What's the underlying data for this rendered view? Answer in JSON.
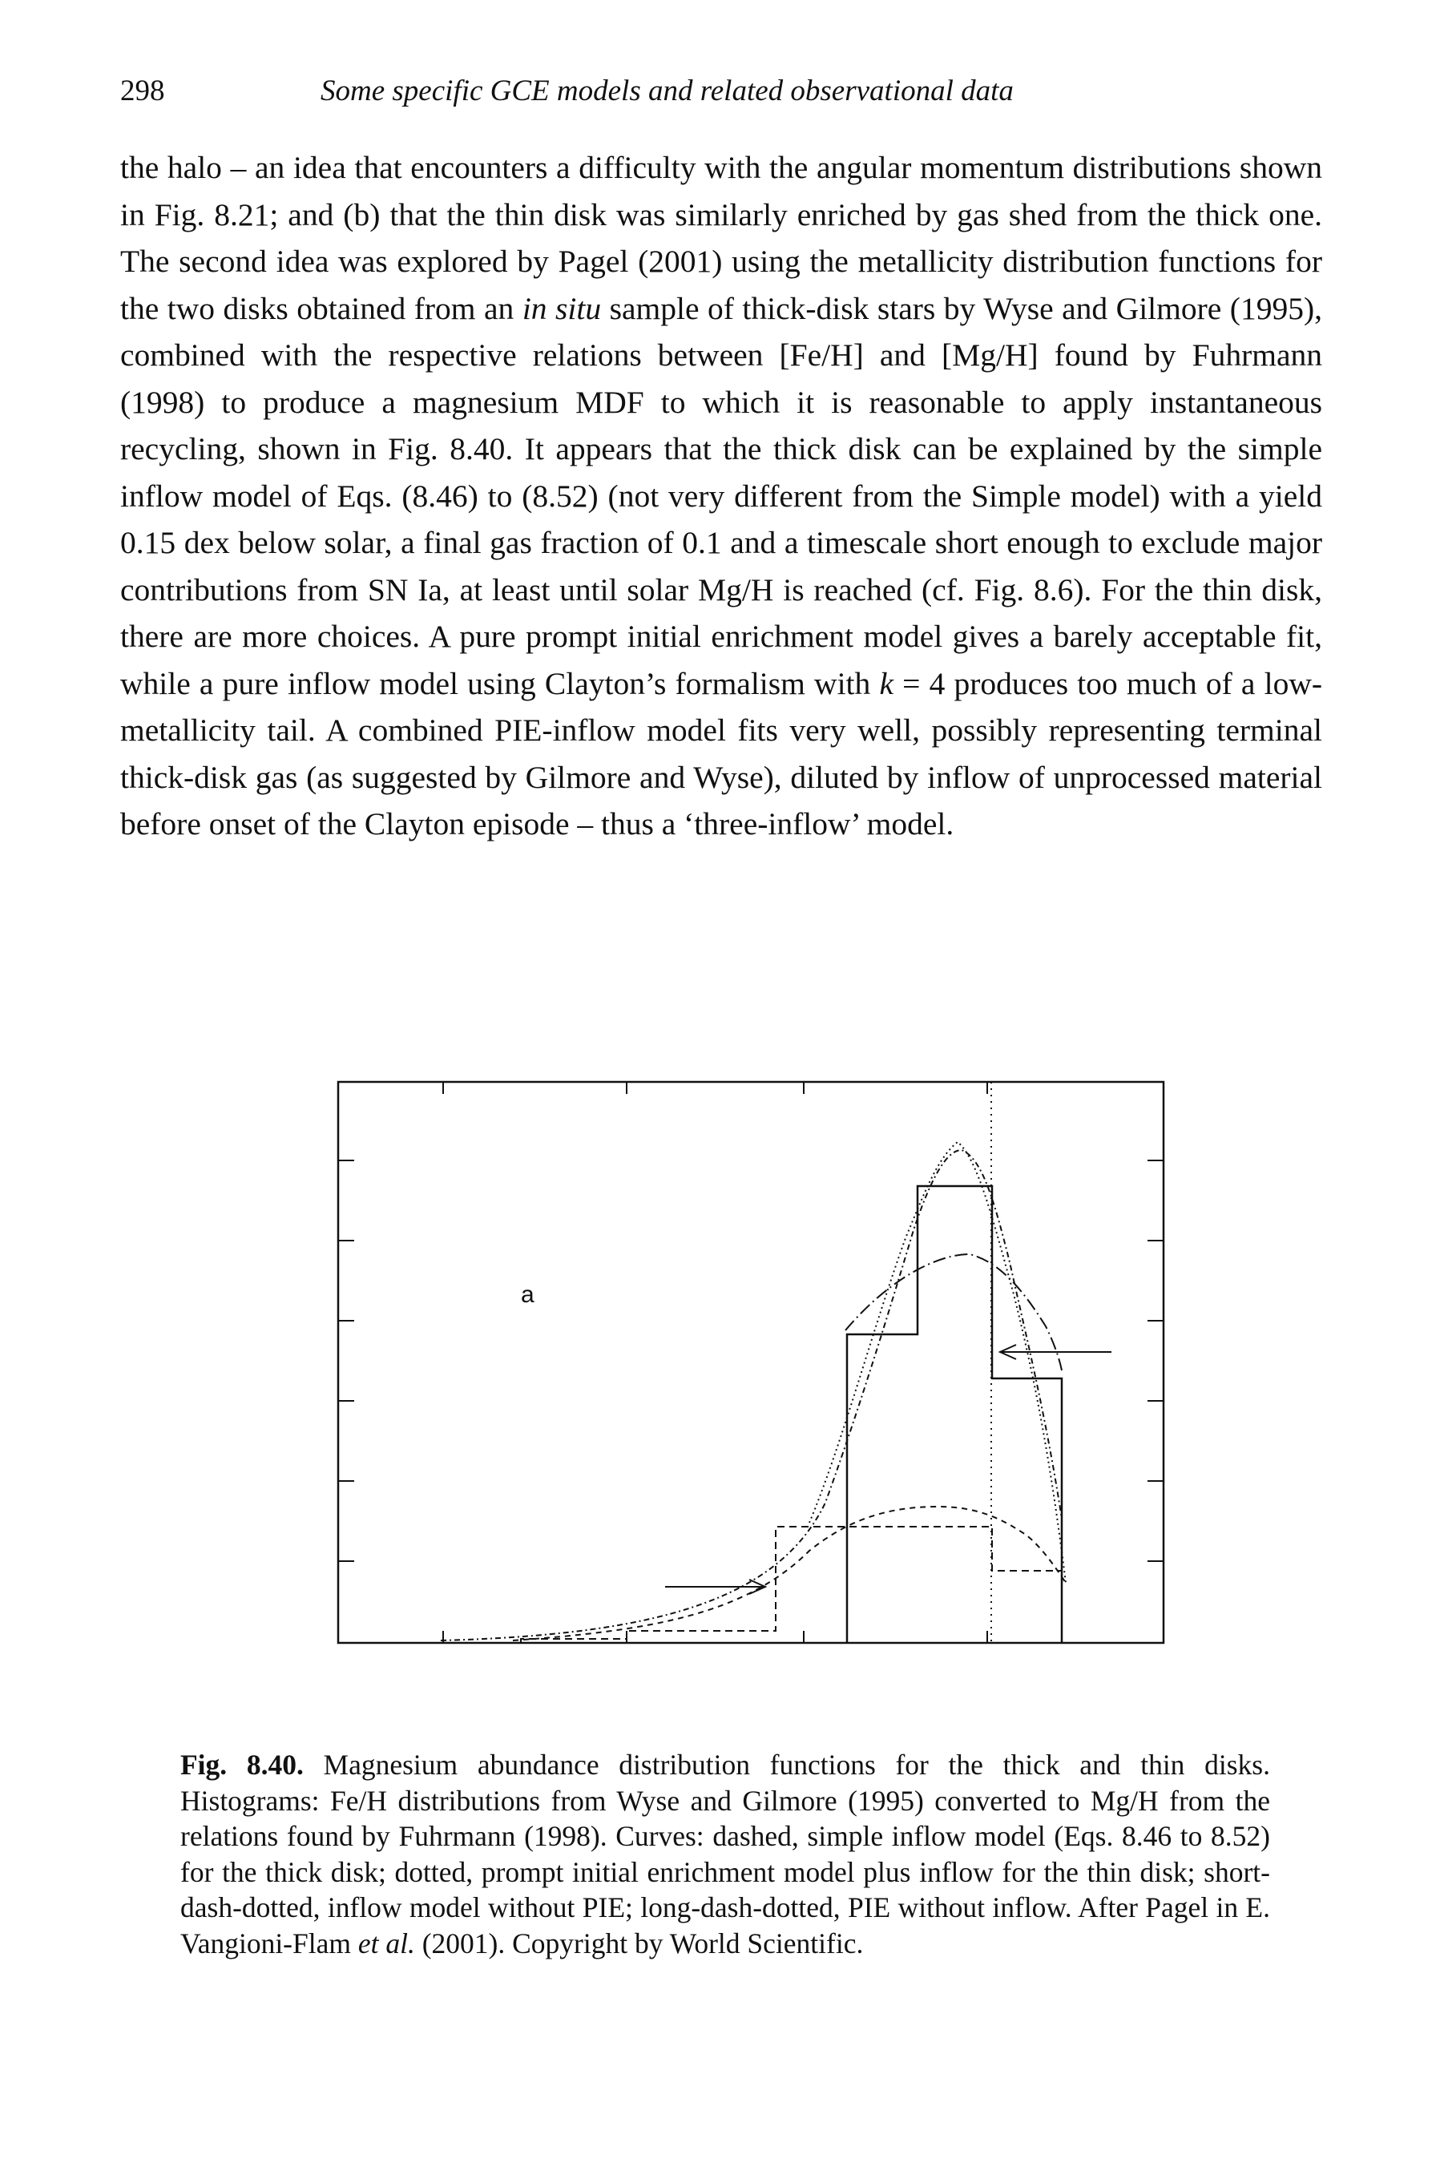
{
  "header": {
    "page_number": "298",
    "running_title": "Some specific GCE models and related observational data"
  },
  "body": {
    "part1": "the halo – an idea that encounters a difficulty with the angular momentum distributions shown in Fig. 8.21; and (b) that the thin disk was similarly enriched by gas shed from the thick one. The second idea was explored by Pagel (2001) using the metallicity distribution functions for the two disks obtained from an ",
    "italic1": "in situ",
    "part2": " sample of thick-disk stars by Wyse and Gilmore (1995), combined with the respective relations between [Fe/H] and [Mg/H] found by Fuhrmann (1998) to produce a magnesium MDF to which it is reasonable to apply instantaneous recycling, shown in Fig. 8.40. It appears that the thick disk can be explained by the simple inflow model of Eqs. (8.46) to (8.52) (not very different from the Simple model) with a yield 0.15 dex below solar, a final gas fraction of 0.1 and a timescale short enough to exclude major contributions from SN Ia, at least until solar Mg/H is reached (cf. Fig. 8.6). For the thin disk, there are more choices. A pure prompt initial enrichment model gives a barely acceptable fit, while a pure inflow model using Clayton’s formalism with ",
    "italic2": "k",
    "part3": " = 4 produces too much of a low-metallicity tail. A combined PIE-inflow model fits very well, possibly representing terminal thick-disk gas (as suggested by Gilmore and Wyse), diluted by inflow of unprocessed material before onset of the Clayton episode – thus a ‘three-inflow’ model."
  },
  "figure": {
    "panel_label": "a",
    "rotated_label": "a"
  },
  "caption": {
    "label": "Fig. 8.40.",
    "text1": " Magnesium abundance distribution functions for the thick and thin disks. Histograms: Fe/H distributions from Wyse and Gilmore (1995) converted to Mg/H from the relations found by Fuhrmann (1998). Curves: dashed, simple inflow model (Eqs. 8.46 to 8.52) for the thick disk; dotted, prompt initial enrichment model plus inflow for the thin disk; short-dash-dotted, inflow model without PIE; long-dash-dotted, PIE without inflow. After Pagel in E. Vangioni-Flam ",
    "italic": "et al.",
    "text2": " (2001). Copyright by World Scientific."
  }
}
